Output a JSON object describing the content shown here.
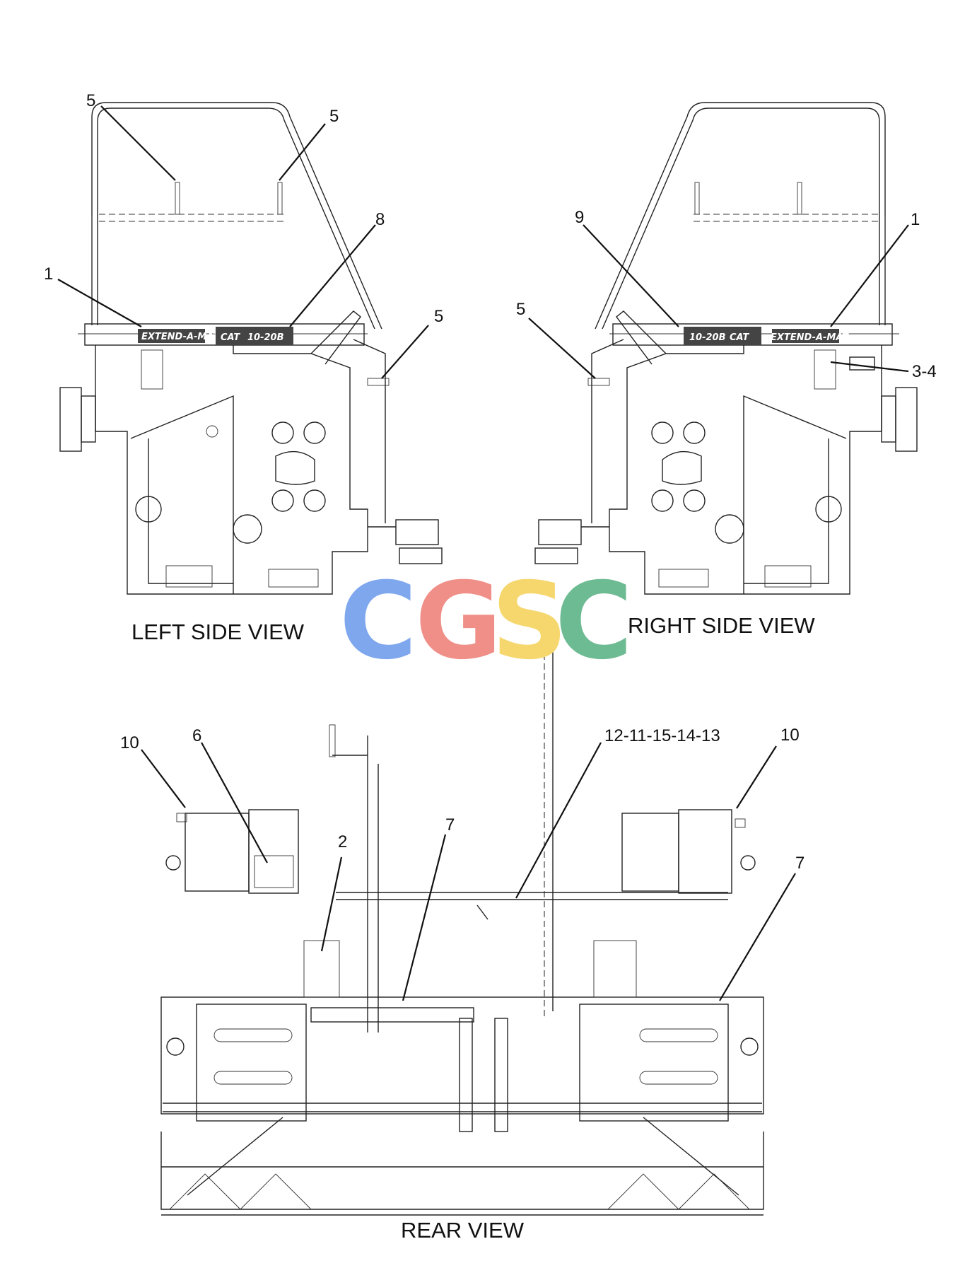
{
  "views": {
    "left_side": "LEFT SIDE VIEW",
    "right_side": "RIGHT SIDE VIEW",
    "rear": "REAR VIEW"
  },
  "callouts": {
    "left_5a": "5",
    "left_5b": "5",
    "left_8": "8",
    "left_1": "1",
    "left_5c": "5",
    "right_9": "9",
    "right_1": "1",
    "right_5": "5",
    "right_3_4": "3-4",
    "rear_10_left": "10",
    "rear_6": "6",
    "rear_12_11_15_14_13": "12-11-15-14-13",
    "rear_10_right": "10",
    "rear_2": "2",
    "rear_7_left": "7",
    "rear_7_right": "7"
  },
  "decals": {
    "extend_a_mat": "EXTEND-A-MAT",
    "cat": "CAT",
    "model": "10-20B"
  },
  "watermark": {
    "letters": [
      "C",
      "G",
      "S",
      "C"
    ],
    "colors": [
      "#7fa7ee",
      "#ef8f88",
      "#f5d76e",
      "#6dbb93"
    ]
  }
}
